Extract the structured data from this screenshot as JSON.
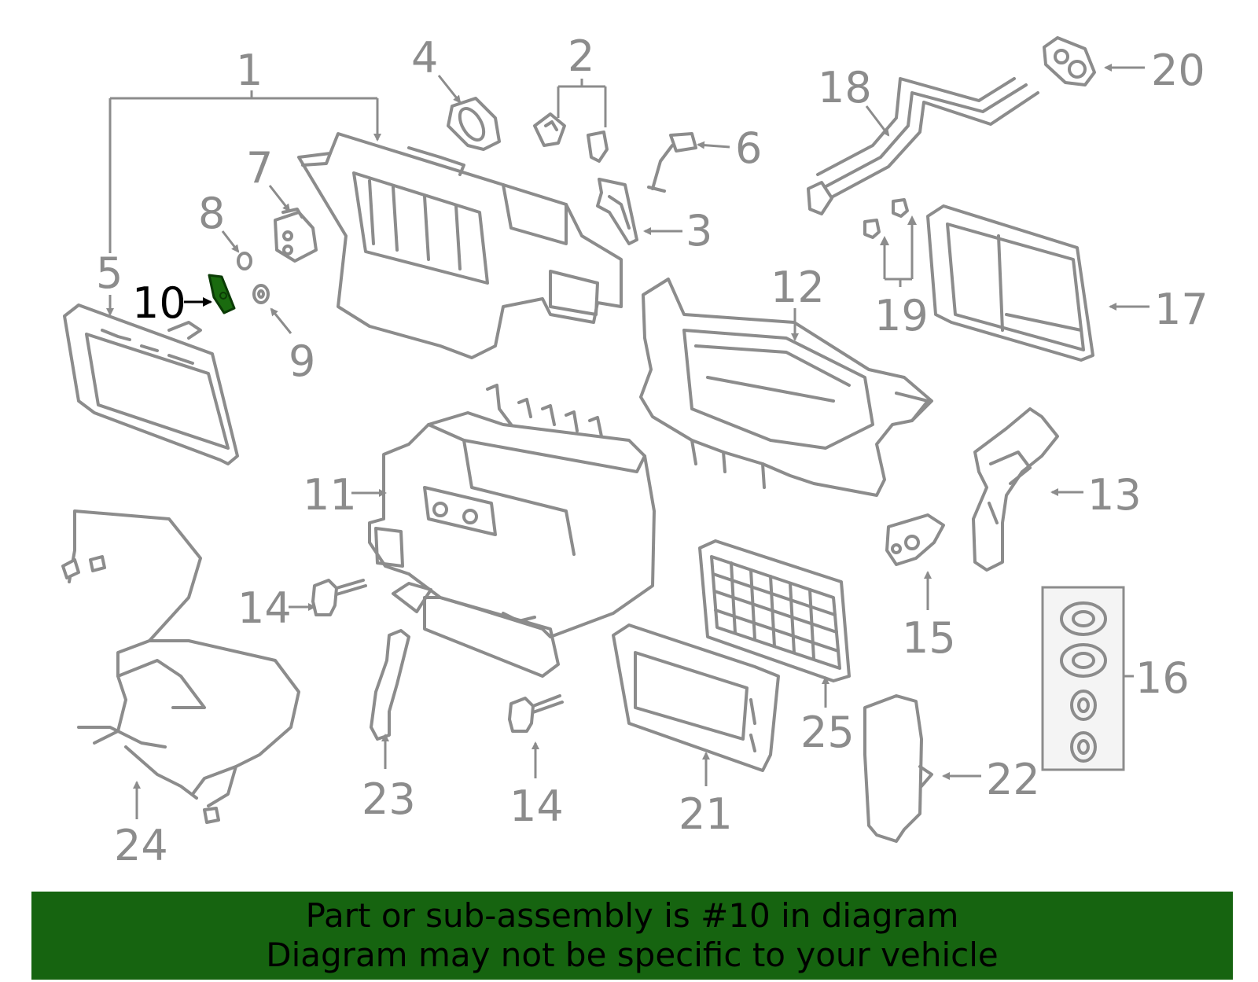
{
  "diagram": {
    "highlighted_part": "10",
    "highlight_color": "#1a6b0f",
    "line_color": "#8c8c8c",
    "callouts": [
      "1",
      "2",
      "3",
      "4",
      "5",
      "6",
      "7",
      "8",
      "9",
      "10",
      "11",
      "12",
      "13",
      "14",
      "14",
      "15",
      "16",
      "17",
      "18",
      "19",
      "20",
      "21",
      "22",
      "23",
      "24",
      "25"
    ]
  },
  "banner": {
    "background": "#166410",
    "line1": "Part or sub-assembly is #10 in diagram",
    "line2": "Diagram may not be specific to your vehicle"
  }
}
